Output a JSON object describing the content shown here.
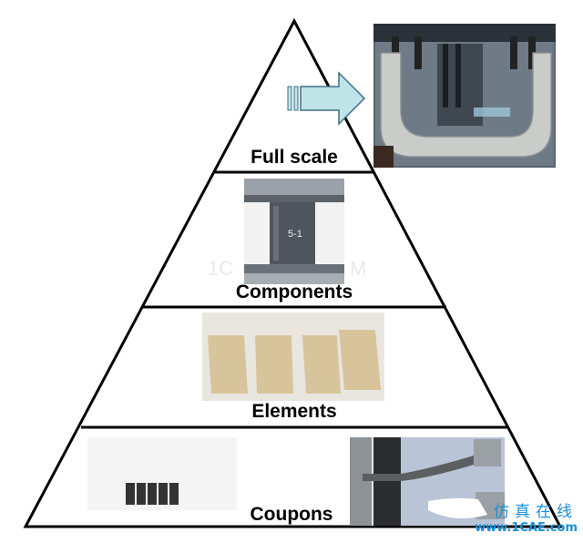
{
  "levels": {
    "full_scale": "Full scale",
    "components": "Components",
    "elements": "Elements",
    "coupons": "Coupons"
  },
  "watermark": {
    "chinese": "仿真在线",
    "site": "www.1CAE.com"
  },
  "colors": {
    "outline": "#000000",
    "arrow_fill": "#bfe3e6",
    "arrow_stroke": "#3b6f86",
    "watermark": "#1a8fd6"
  }
}
